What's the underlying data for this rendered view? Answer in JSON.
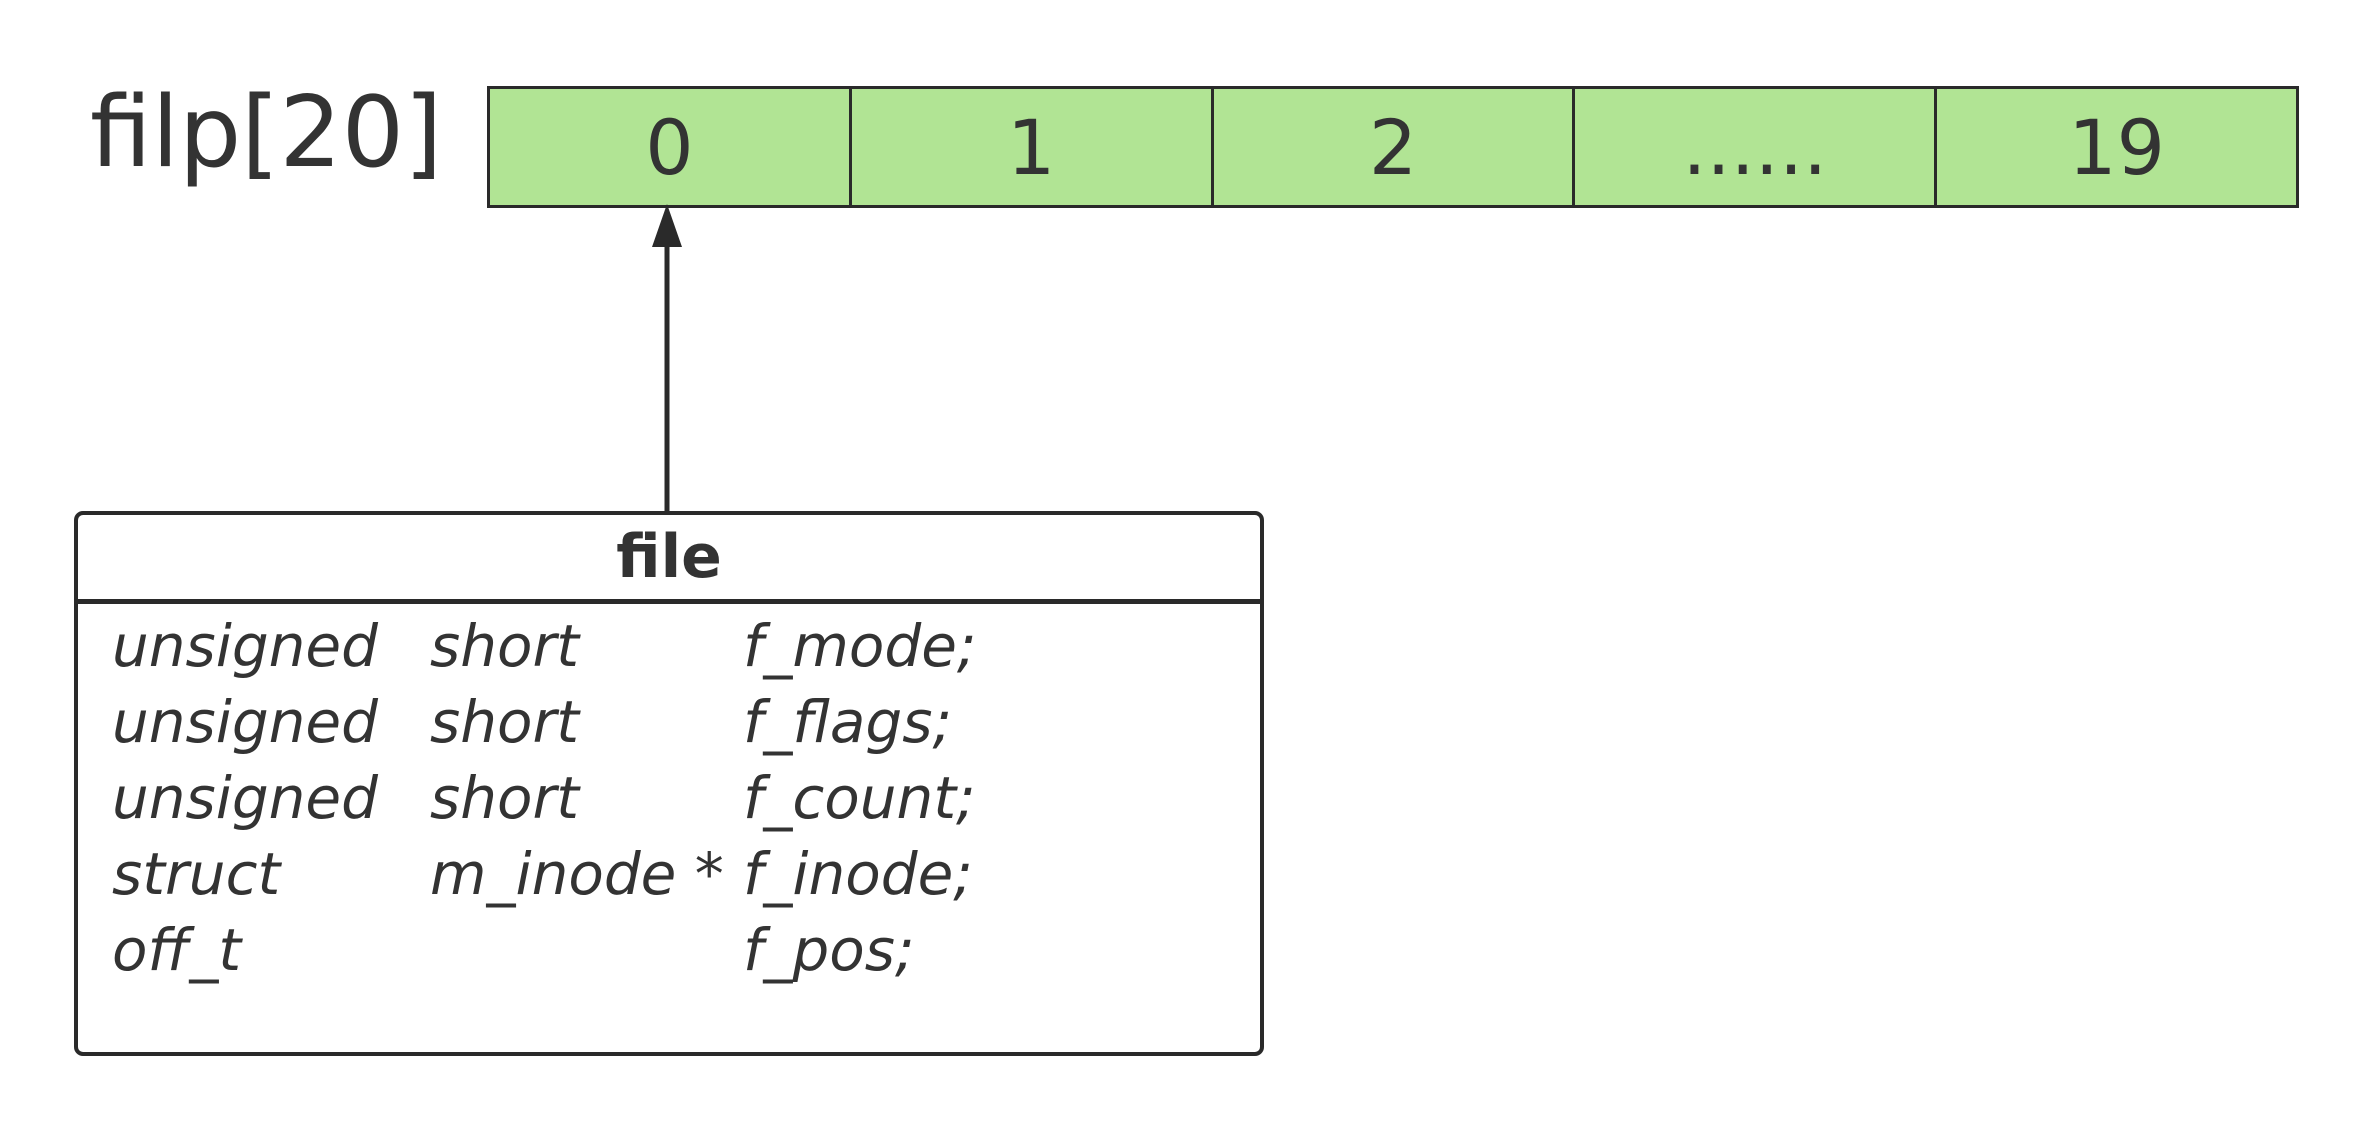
{
  "array": {
    "label": "filp[20]",
    "cells": [
      "0",
      "1",
      "2",
      "......",
      "19"
    ],
    "fill_color": "#b1e494"
  },
  "struct": {
    "title": "file",
    "fields": [
      {
        "type": "unsigned",
        "qualifier": "short",
        "name": "f_mode;"
      },
      {
        "type": "unsigned",
        "qualifier": "short",
        "name": "f_flags;"
      },
      {
        "type": "unsigned",
        "qualifier": "short",
        "name": "f_count;"
      },
      {
        "type": "struct",
        "qualifier": "m_inode *",
        "name": "f_inode;"
      },
      {
        "type": "off_t",
        "qualifier": "",
        "name": "f_pos;"
      }
    ]
  },
  "arrow": {
    "from": "struct.title",
    "to": "array.cells.0"
  }
}
